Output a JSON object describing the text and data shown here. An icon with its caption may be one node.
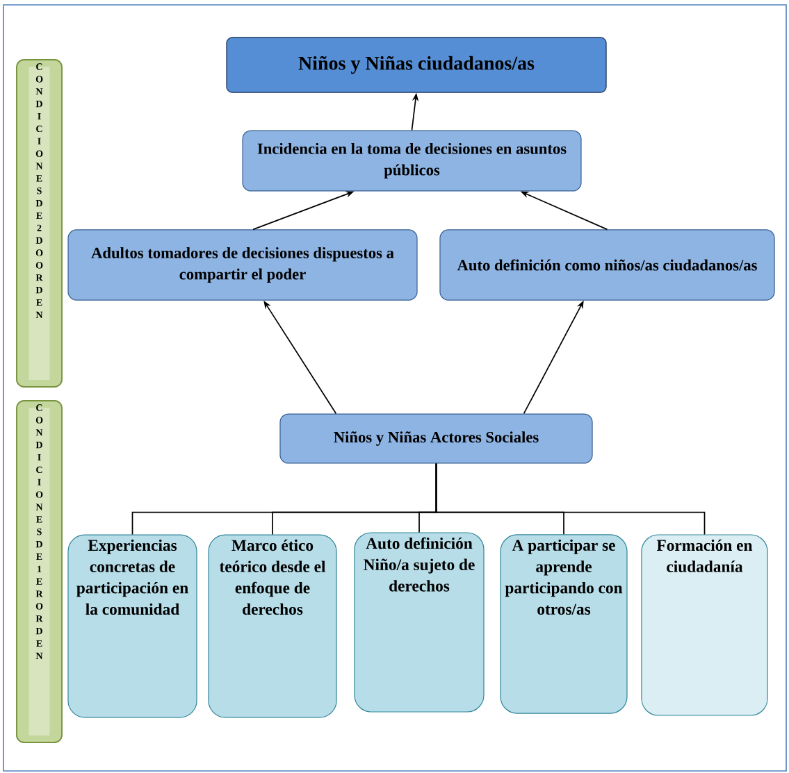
{
  "diagram": {
    "nodes": [
      {
        "text": [
          "Niños y Niñas ciudadanos/as"
        ]
      },
      {
        "text": [
          "Incidencia en la toma de decisiones en asuntos públicos"
        ]
      },
      {
        "text": [
          "Adultos tomadores de decisiones dispuestos a compartir el poder"
        ]
      },
      {
        "text": [
          "Auto definición como niños/as ciudadanos/as"
        ]
      },
      {
        "text": [
          "Niños y Niñas Actores Sociales"
        ]
      },
      {
        "text": [
          "Experiencias concretas de participación en la comunidad"
        ]
      },
      {
        "text": [
          "Marco ético teórico desde el enfoque de derechos"
        ]
      },
      {
        "text": [
          "Auto definición Niño/a sujeto de derechos"
        ]
      },
      {
        "text": [
          "A participar se aprende participando con otros/as"
        ]
      },
      {
        "text": [
          "Formación en ciudadanía"
        ]
      },
      {
        "text": [
          "CONDICIONES DE 2DO ORDEN"
        ]
      },
      {
        "text": [
          "CONDICIONES DE 1ER ORDEN"
        ]
      }
    ],
    "edges": [
      {
        "from": 1,
        "to": 0,
        "arrow": "to"
      },
      {
        "from": 2,
        "to": 1,
        "arrow": "to"
      },
      {
        "from": 3,
        "to": 1,
        "arrow": "to"
      },
      {
        "from": 4,
        "to": 2,
        "arrow": "to"
      },
      {
        "from": 4,
        "to": 3,
        "arrow": "to"
      },
      {
        "from": 4,
        "to": 5,
        "arrow": "none"
      },
      {
        "from": 4,
        "to": 6,
        "arrow": "none"
      },
      {
        "from": 4,
        "to": 7,
        "arrow": "none"
      },
      {
        "from": 4,
        "to": 8,
        "arrow": "none"
      },
      {
        "from": 4,
        "to": 9,
        "arrow": "none"
      }
    ]
  }
}
